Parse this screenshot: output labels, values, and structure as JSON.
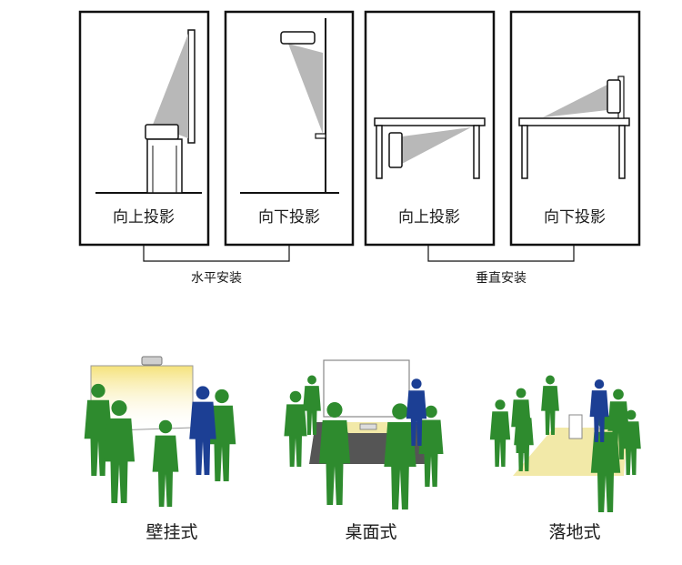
{
  "top": {
    "panels": [
      {
        "label": "向上投影"
      },
      {
        "label": "向下投影"
      },
      {
        "label": "向上投影"
      },
      {
        "label": "向下投影"
      }
    ],
    "groups": [
      {
        "label": "水平安装"
      },
      {
        "label": "垂直安装"
      }
    ]
  },
  "bottom": {
    "scenes": [
      {
        "label": "壁挂式"
      },
      {
        "label": "桌面式"
      },
      {
        "label": "落地式"
      }
    ]
  },
  "colors": {
    "frame": "#111111",
    "beam": "#b8b8b8",
    "person_green": "#2e8b2e",
    "person_blue": "#1c3f94",
    "glow": "#f2e9a8"
  }
}
